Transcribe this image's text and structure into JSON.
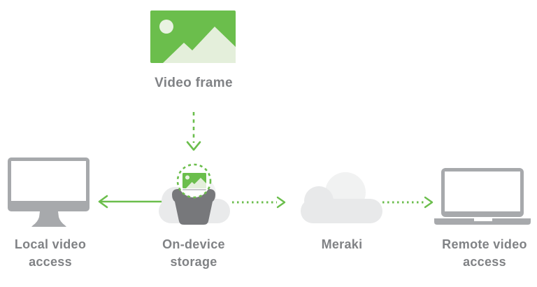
{
  "diagram": {
    "video_frame": {
      "label": "Video frame",
      "icon": "image-landscape-icon"
    },
    "on_device_storage": {
      "label_line1": "On-device",
      "label_line2": "storage",
      "icon": "camera-cloud-icon"
    },
    "local_video_access": {
      "label_line1": "Local video",
      "label_line2": "access",
      "icon": "desktop-monitor-icon"
    },
    "meraki_cloud": {
      "label": "Meraki",
      "icon": "cloud-icon"
    },
    "remote_video_access": {
      "label_line1": "Remote video",
      "label_line2": "access",
      "icon": "laptop-icon"
    },
    "flows": [
      {
        "from": "Video frame",
        "to": "On-device storage",
        "style": "dashed-arrow-down"
      },
      {
        "from": "On-device storage",
        "to": "Local video access",
        "style": "solid-arrow-left"
      },
      {
        "from": "On-device storage",
        "to": "Meraki",
        "style": "dotted-arrow-right"
      },
      {
        "from": "Meraki",
        "to": "Remote video access",
        "style": "dotted-arrow-right"
      }
    ],
    "colors": {
      "brand_green": "#6bbe4c",
      "light_green": "#e7f2de",
      "text_gray": "#808285",
      "device_gray": "#a7a9ac",
      "camera_gray": "#77787b",
      "cloud_gray": "#e9eaeb",
      "cloud_highlight": "#f2f3f3",
      "background": "#ffffff"
    }
  }
}
